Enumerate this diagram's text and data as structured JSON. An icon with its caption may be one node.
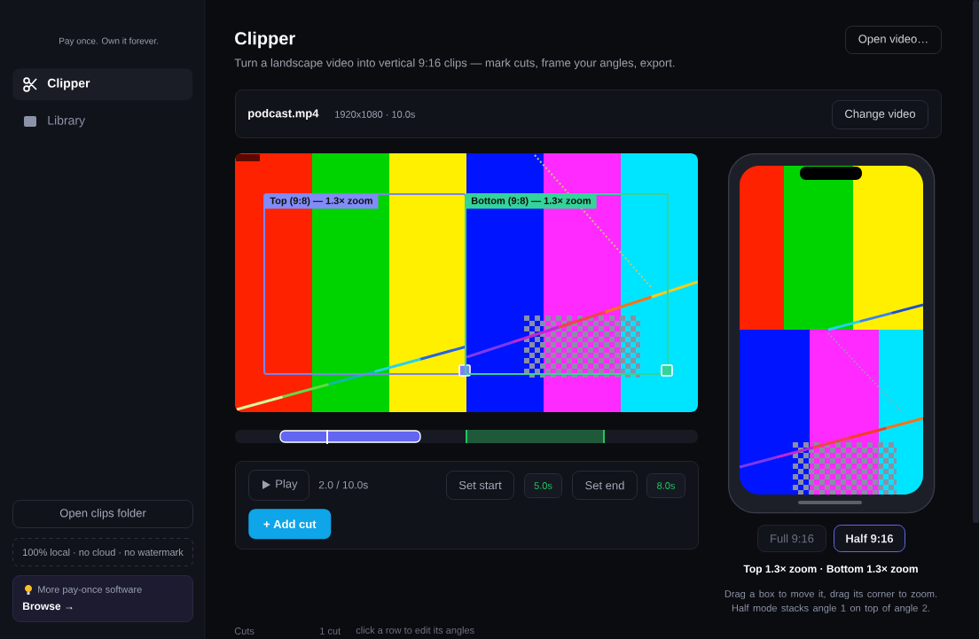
{
  "diagram": {
    "title": "Clipper",
    "nodes": [
      {
        "text": [
          "Clipper"
        ]
      },
      {
        "text": [
          "Library"
        ]
      },
      {
        "text": [
          "Open clips folder"
        ]
      },
      {
        "text": [
          "100% local · no cloud · no watermark"
        ]
      },
      {
        "text": [
          "More pay-once software",
          "Browse →"
        ]
      },
      {
        "text": [
          "Open video…"
        ]
      },
      {
        "text": [
          "podcast.mp4",
          "1920x1080 · 10.0s"
        ]
      },
      {
        "text": [
          "Change video"
        ],
        "in": 6
      },
      {
        "text": [],
        "shape": "picture"
      },
      {
        "text": [
          "Top (9:8) — 1.3× zoom"
        ],
        "in": 8
      },
      {
        "text": [
          "Bottom (9:8) — 1.3× zoom"
        ],
        "in": 8
      },
      {
        "text": [],
        "shape": "box"
      },
      {
        "text": [
          "Play"
        ],
        "in": 11
      },
      {
        "text": [
          "Set start"
        ],
        "in": 11
      },
      {
        "text": [
          "5.0s"
        ],
        "in": 11
      },
      {
        "text": [
          "Set end"
        ],
        "in": 11
      },
      {
        "text": [
          "8.0s"
        ],
        "in": 11
      },
      {
        "text": [
          "+ Add cut"
        ],
        "in": 11
      },
      {
        "text": [],
        "shape": "picture"
      },
      {
        "text": [
          "Full 9:16"
        ]
      },
      {
        "text": [
          "Half 9:16"
        ]
      }
    ],
    "labels": [
      "Pay once. Own it forever.",
      "Turn a landscape video into vertical 9:16 clips — mark cuts, frame your angles, export.",
      "2.0 / 10.0s",
      "Top 1.3× zoom · Bottom 1.3× zoom",
      "Drag a box to move it, drag its corner to zoom. Half mode stacks angle 1 on top of angle 2.",
      "Cuts",
      "1 cut",
      "click a row to edit its angles"
    ]
  }
}
